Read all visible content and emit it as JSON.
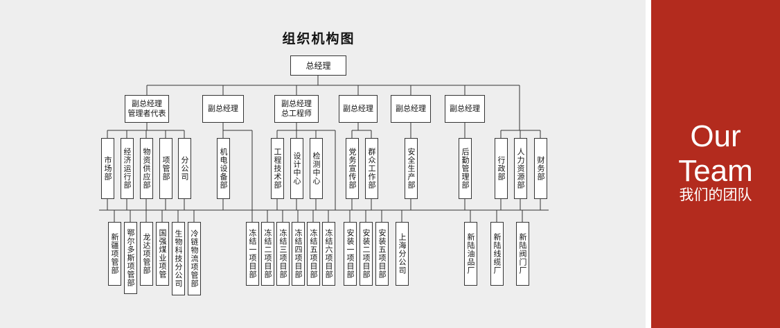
{
  "chart_title": "组织机构图",
  "banner": {
    "line1": "Our",
    "line2": "Team",
    "cn": "我们的团队"
  },
  "colors": {
    "banner": "#b32b1e",
    "chart_bg": "#eeeeee",
    "line": "#333333"
  },
  "nodes": {
    "gm": "总经理",
    "vp1": "副总经理\n管理者代表",
    "vp2": "副总经理",
    "vp3": "副总经理\n总工程师",
    "vp4": "副总经理",
    "vp5": "副总经理",
    "vp6": "副总经理",
    "d_market": "市场部",
    "d_econ": "经济运行部",
    "d_supply": "物资供应部",
    "d_proj": "项管部",
    "d_sub": "分公司",
    "d_mech": "机电设备部",
    "d_eng": "工程技术部",
    "d_design": "设计中心",
    "d_test": "检测中心",
    "d_party": "党务宣传部",
    "d_mass": "群众工作部",
    "d_safety": "安全生产部",
    "d_logi": "后勤管理部",
    "d_admin": "行政部",
    "d_hr": "人力资源部",
    "d_fin": "财务部",
    "u_xj": "新疆项管部",
    "u_erdos": "鄂尔多斯项管部",
    "u_longda": "龙达项管部",
    "u_guoqiang": "国强煤业项管",
    "u_bio": "生物科技分公司",
    "u_cold": "冷链物流项管部",
    "u_d1": "冻结一项目部",
    "u_d2": "冻结二项目部",
    "u_d3": "冻结三项目部",
    "u_d4": "冻结四项目部",
    "u_d5": "冻结五项目部",
    "u_d6": "冻结六项目部",
    "u_a1": "安装一项目部",
    "u_a2": "安装二项目部",
    "u_a5": "安装五项目部",
    "u_sh": "上海分公司",
    "u_oil": "新陆油品厂",
    "u_cable": "新陆线缆厂",
    "u_valve": "新陆阀门厂"
  }
}
